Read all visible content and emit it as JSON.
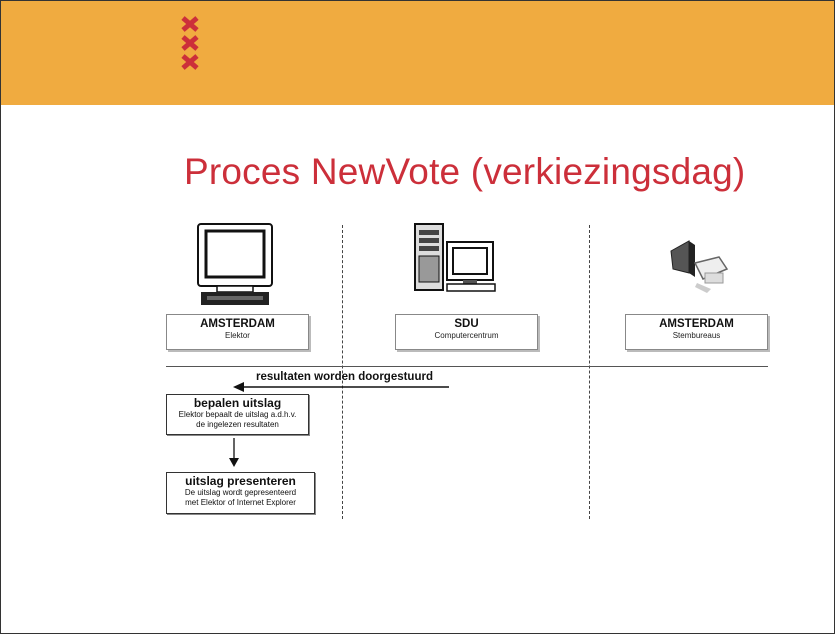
{
  "header": {
    "logo_icon": "amsterdam-xxx-icon",
    "banner_color": "#f0ab40",
    "logo_color": "#cc2f3a"
  },
  "slide": {
    "title": "Proces NewVote (verkiezingsdag)",
    "title_color": "#cc2f3a"
  },
  "lanes": [
    {
      "icon": "monitor-icon",
      "title": "AMSTERDAM",
      "subtitle": "Elektor"
    },
    {
      "icon": "computer-tower-icon",
      "title": "SDU",
      "subtitle": "Computercentrum"
    },
    {
      "icon": "voting-machine-icon",
      "title": "AMSTERDAM",
      "subtitle": "Stembureaus"
    }
  ],
  "flow": {
    "message": "resultaten worden doorgestuurd",
    "steps": [
      {
        "title": "bepalen uitslag",
        "lines": [
          "Elektor bepaalt de uitslag a.d.h.v.",
          "de ingelezen resultaten"
        ]
      },
      {
        "title": "uitslag presenteren",
        "lines": [
          "De uitslag wordt gepresenteerd",
          "met Elektor of Internet Explorer"
        ]
      }
    ]
  }
}
